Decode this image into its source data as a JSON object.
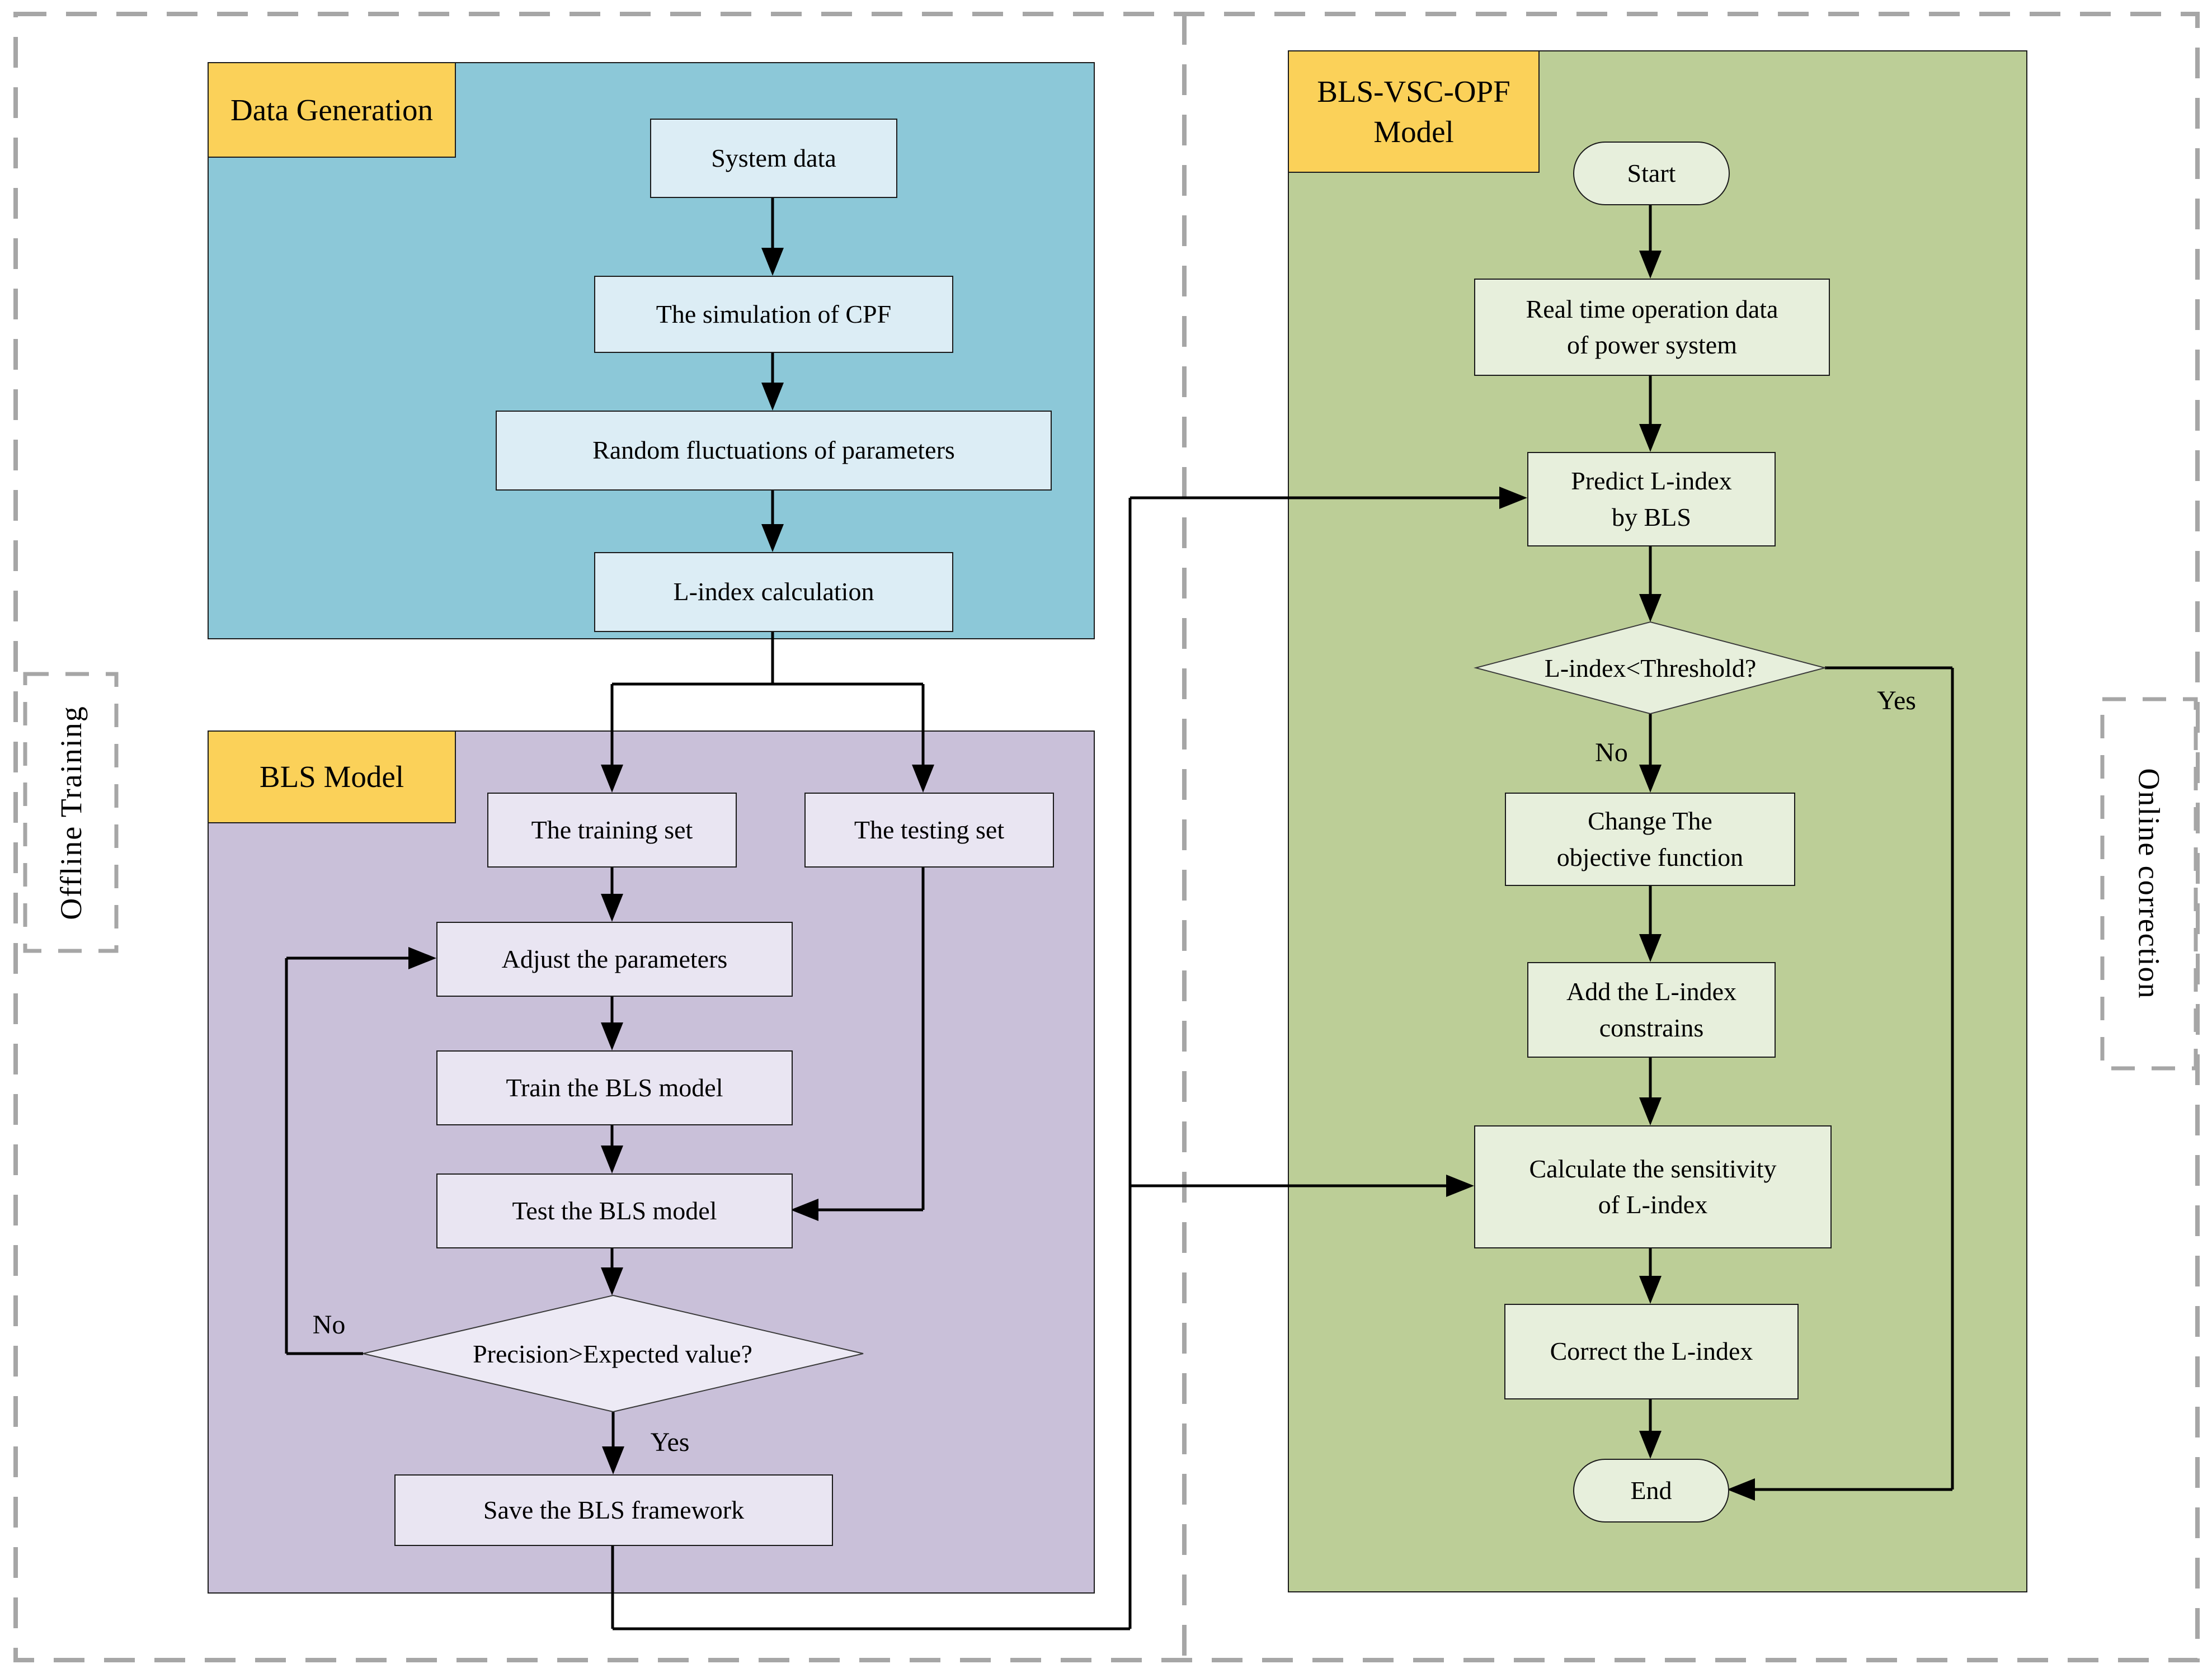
{
  "diagram": {
    "data_generation": {
      "label": "Data Generation",
      "system_data": "System data",
      "simulation": "The simulation of CPF",
      "random_fluct": "Random fluctuations of parameters",
      "l_index_calc": "L-index calculation"
    },
    "bls_model": {
      "label": "BLS Model",
      "training_set": "The training set",
      "testing_set": "The testing set",
      "adjust": "Adjust the parameters",
      "train": "Train the BLS model",
      "test": "Test the BLS model",
      "decision": "Precision>Expected value?",
      "no": "No",
      "yes": "Yes",
      "save": "Save the BLS framework"
    },
    "bls_vsc_opf": {
      "label": "BLS-VSC-OPF\nModel",
      "start": "Start",
      "realtime": "Real time operation data\nof power system",
      "predict": "Predict L-index\nby BLS",
      "decision": "L-index<Threshold?",
      "no": "No",
      "yes": "Yes",
      "change": "Change The\nobjective function",
      "add": "Add the L-index\nconstrains",
      "calculate": "Calculate the sensitivity\nof L-index",
      "correct": "Correct the L-index",
      "end": "End"
    },
    "side_labels": {
      "offline": "Offline Training",
      "online": "Online correction"
    },
    "colors": {
      "teal_region": "#8cc8d8",
      "purple_region": "#c9c0d9",
      "green_region": "#bcce97",
      "label_yellow": "#fbd159",
      "teal_node_fill": "#dcedf5",
      "purple_node_fill": "#e9e5f2",
      "green_node_fill": "#e7efdc",
      "dashed_border_gray": "#a6a6a6",
      "line_black": "#000000"
    }
  }
}
